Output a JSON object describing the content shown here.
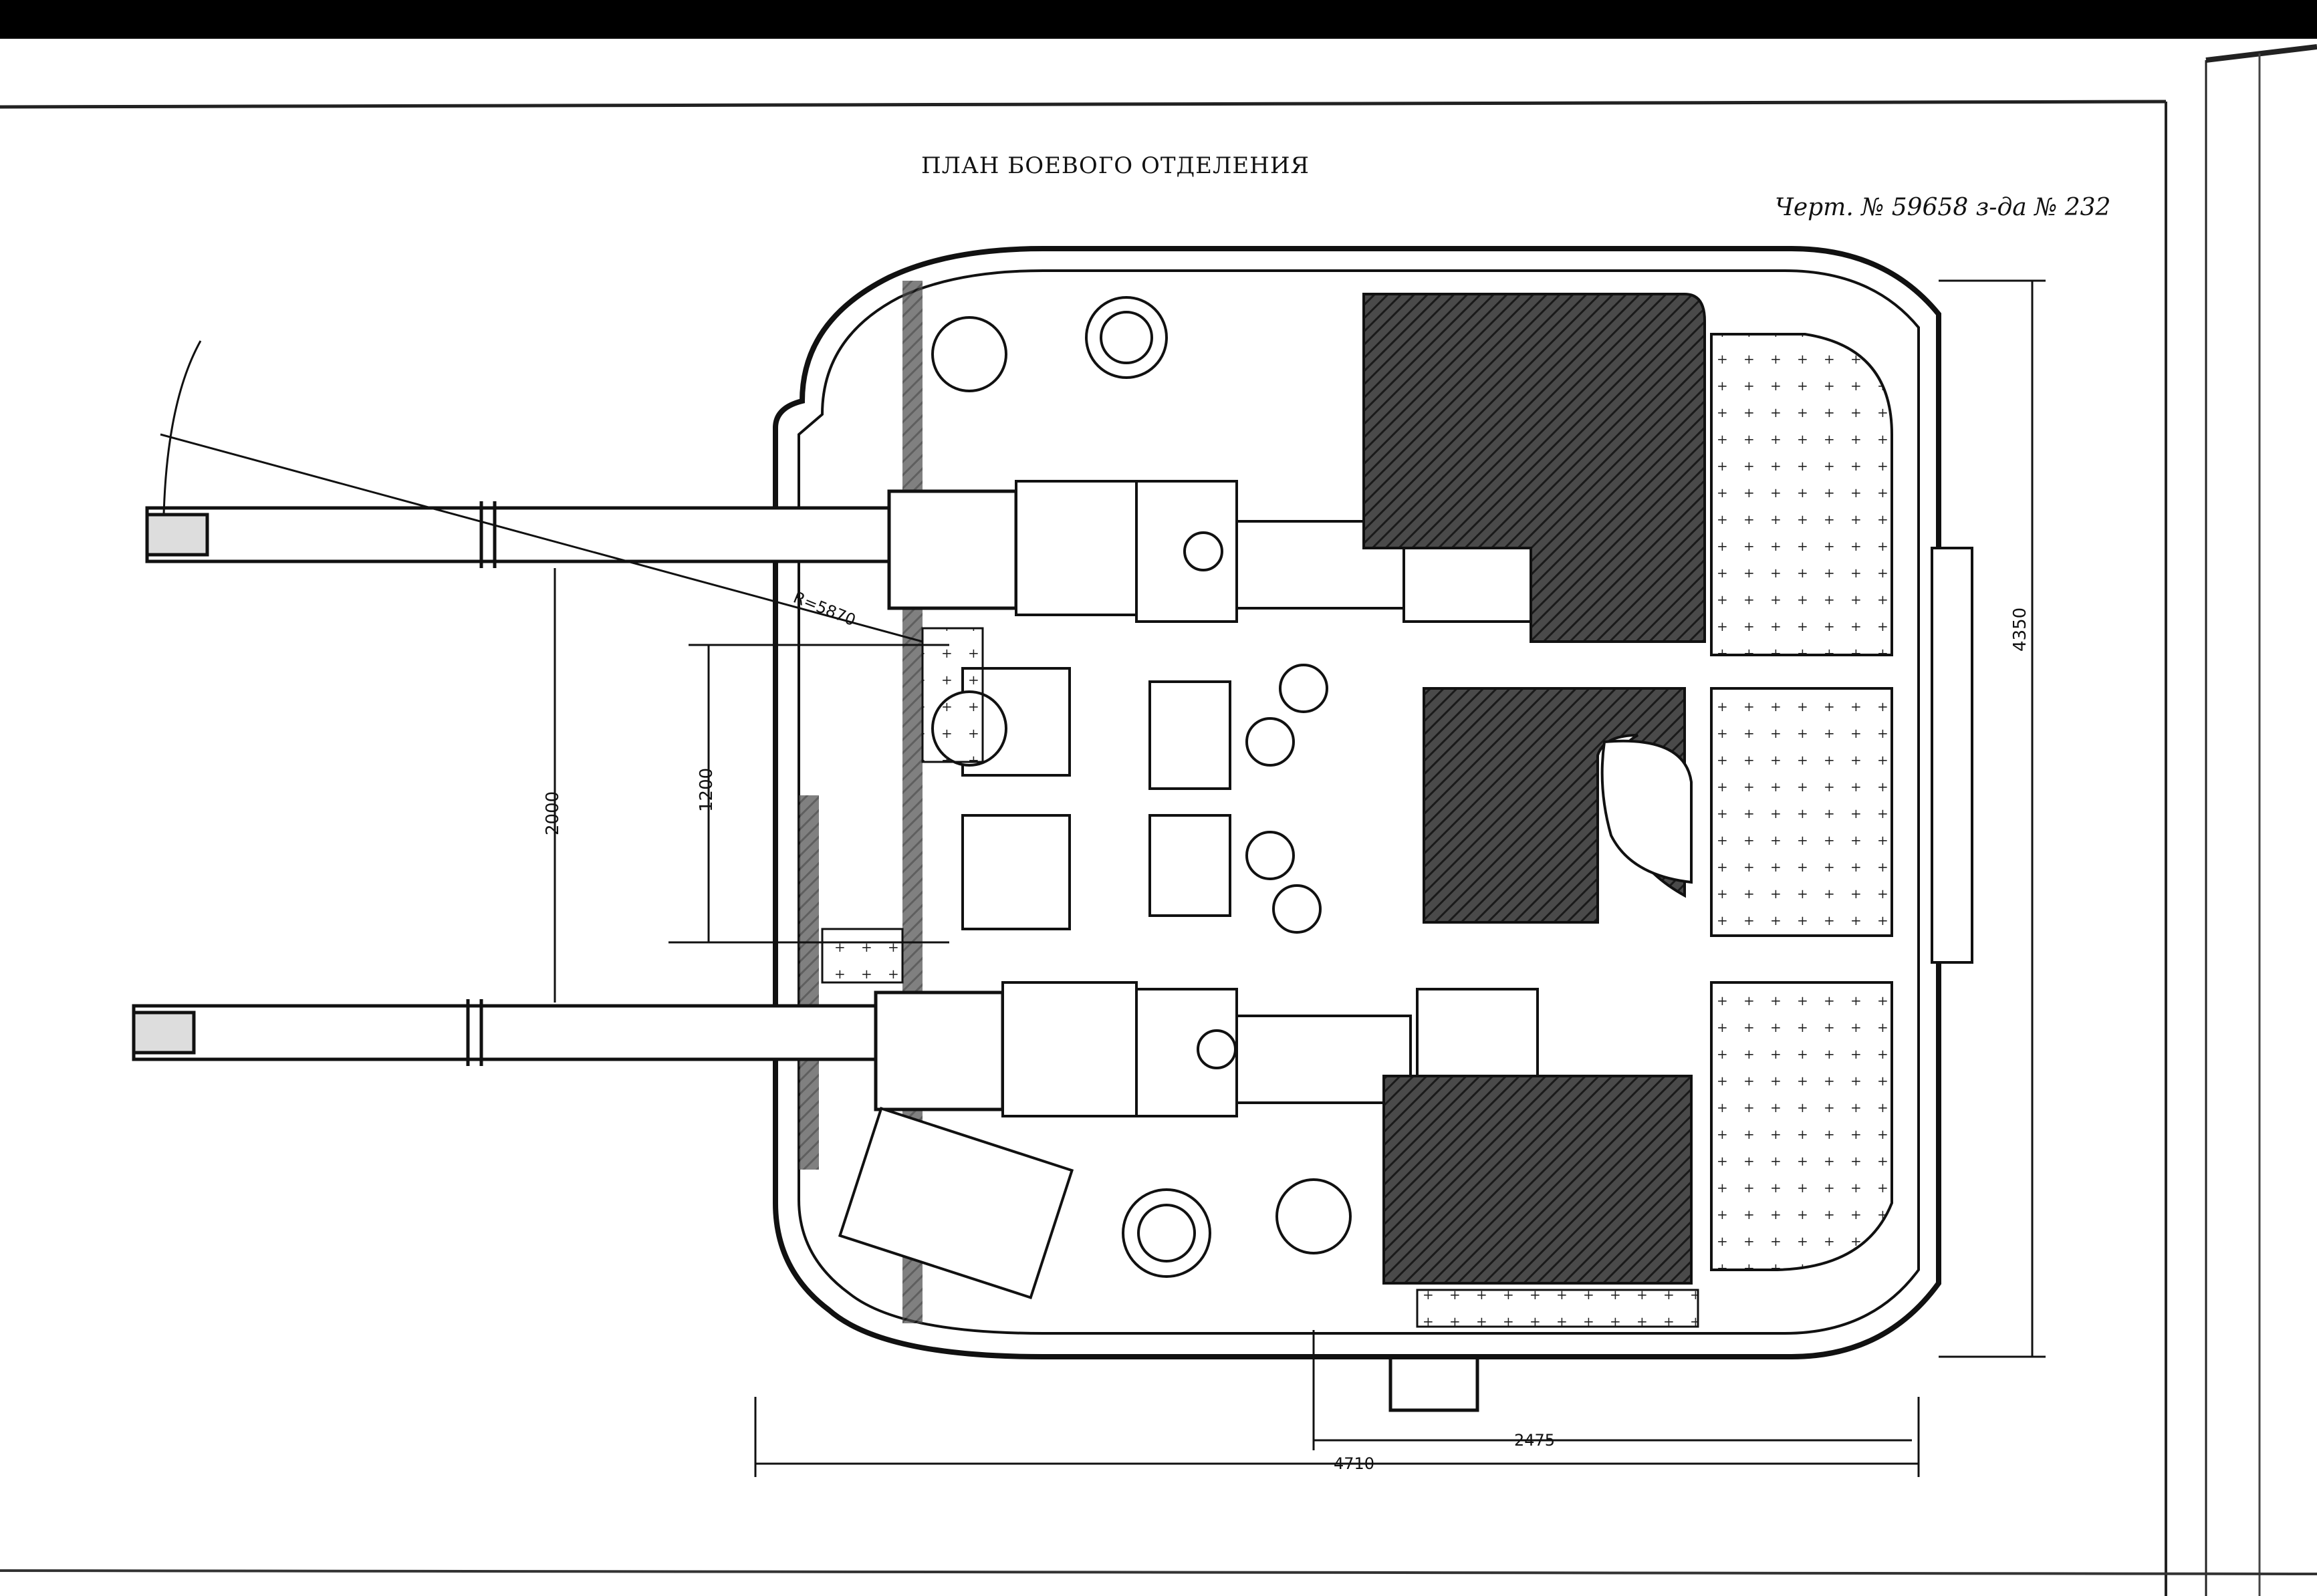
{
  "drawing": {
    "title": "ПЛАН БОЕВОГО ОТДЕЛЕНИЯ",
    "reference": "Черт. № 59658 з-да № 232"
  },
  "dimensions": {
    "barrel_spacing": "2000",
    "inner_spacing": "1200",
    "radius": "R=5870",
    "overall_height": "4350",
    "partial_width": "2475",
    "overall_width": "4710"
  }
}
